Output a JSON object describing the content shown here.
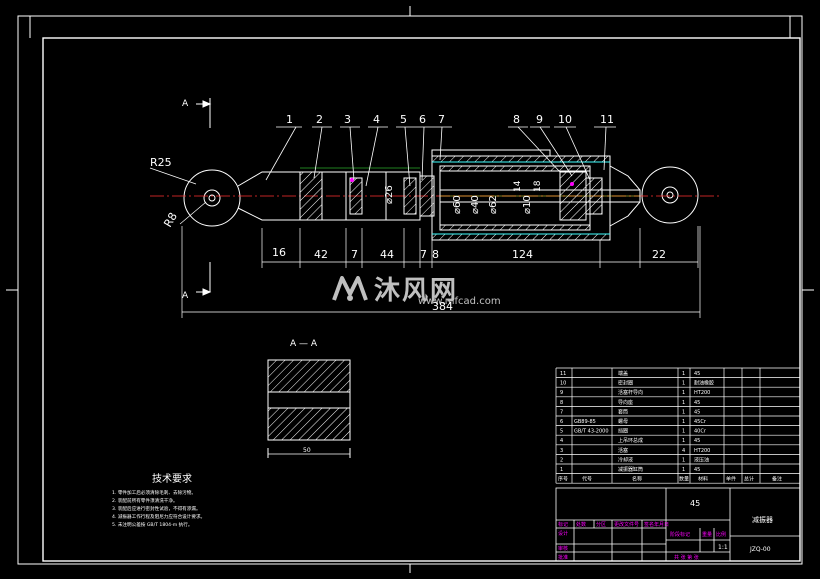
{
  "drawing": {
    "part_balloons": [
      "1",
      "2",
      "3",
      "4",
      "5",
      "6",
      "7",
      "8",
      "9",
      "10",
      "11"
    ],
    "dimensions": {
      "r25": "R25",
      "r8": "R8",
      "d16": "16",
      "d42": "42",
      "d7a": "7",
      "d44": "44",
      "d7b": "7",
      "d8": "8",
      "d124": "124",
      "d22": "22",
      "overall": "384",
      "dia26": "⌀26",
      "dia60": "⌀60",
      "dia40": "⌀40",
      "dia62": "⌀62",
      "dia10": "⌀10",
      "dia14": "14",
      "dia18": "18"
    },
    "section_marks": {
      "top": "A",
      "bottom": "A",
      "title": "A — A"
    },
    "section_width": "50"
  },
  "notes": {
    "title": "技术要求",
    "lines": [
      "1. 零件加工后必须清除毛刺、去除污物。",
      "2. 装配前所有零件须清洗干净。",
      "3. 装配后应进行密封性试验，不得有渗漏。",
      "4. 减振器工作行程及阻尼力应符合设计要求。",
      "5. 未注明公差按 GB/T 1804-m 执行。"
    ]
  },
  "bom": {
    "rows": [
      {
        "no": "11",
        "code": "",
        "name": "端盖",
        "qty": "1",
        "mat": "45"
      },
      {
        "no": "10",
        "code": "",
        "name": "密封圈",
        "qty": "1",
        "mat": "耐油橡胶"
      },
      {
        "no": "9",
        "code": "",
        "name": "活塞杆导向",
        "qty": "1",
        "mat": "HT200"
      },
      {
        "no": "8",
        "code": "",
        "name": "导向座",
        "qty": "1",
        "mat": "45"
      },
      {
        "no": "7",
        "code": "",
        "name": "套筒",
        "qty": "1",
        "mat": "45"
      },
      {
        "no": "6",
        "code": "GB89-85",
        "name": "螺母",
        "qty": "1",
        "mat": "45Cr"
      },
      {
        "no": "5",
        "code": "GB/T 43-2000",
        "name": "挡圈",
        "qty": "1",
        "mat": "40Cr"
      },
      {
        "no": "4",
        "code": "",
        "name": "上吊环总成",
        "qty": "1",
        "mat": "45"
      },
      {
        "no": "3",
        "code": "",
        "name": "活塞",
        "qty": "4",
        "mat": "HT200"
      },
      {
        "no": "2",
        "code": "",
        "name": "冷却液",
        "qty": "1",
        "mat": "液压油"
      },
      {
        "no": "1",
        "code": "",
        "name": "减振器缸筒",
        "qty": "1",
        "mat": "45"
      }
    ],
    "header": {
      "no": "序号",
      "code": "代号",
      "name": "名称",
      "qty": "数量",
      "mat": "材料",
      "single": "单件",
      "total": "总计",
      "remark": "备注"
    }
  },
  "title_block": {
    "material": "45",
    "drawing_name": "减振器",
    "drawing_no": "JZQ-00",
    "scale": "1:1",
    "sheet": "共 张 第 张",
    "labels": [
      "标记",
      "处数",
      "分区",
      "更改文件号",
      "签名",
      "年月日"
    ],
    "design": "设计",
    "check": "审核",
    "approve": "批准",
    "stage": "阶段标记",
    "weight": "重量",
    "ratio": "比例"
  },
  "watermark": {
    "brand": "沐风网",
    "url": "www.mfcad.com"
  },
  "colors": {
    "bg": "#000000",
    "line": "#ffffff",
    "accent": "#ff00ff",
    "cyan": "#00ffff",
    "red": "#ff3030",
    "green": "#40ff40",
    "yellow": "#ffff40",
    "hatch": "#ffffff"
  }
}
